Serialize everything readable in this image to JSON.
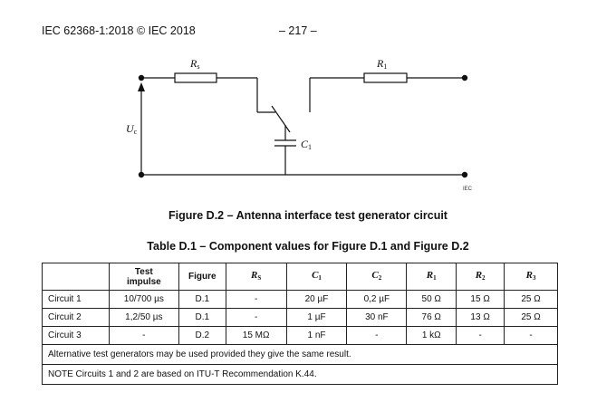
{
  "header": {
    "standard": "IEC 62368-1:2018 © IEC 2018",
    "page": "– 217 –"
  },
  "figure": {
    "caption": "Figure D.2 – Antenna interface test generator circuit",
    "labels": {
      "rs": "R",
      "rs_sub": "s",
      "r1": "R",
      "r1_sub": "1",
      "uc": "U",
      "uc_sub": "c",
      "c1": "C",
      "c1_sub": "1",
      "iec": "IEC"
    }
  },
  "table": {
    "caption": "Table D.1 – Component values for Figure D.1 and Figure D.2",
    "headers": {
      "blank": "",
      "test_impulse_1": "Test",
      "test_impulse_2": "impulse",
      "figure": "Figure",
      "rs": "R",
      "rs_sub": "S",
      "c1": "C",
      "c1_sub": "1",
      "c2": "C",
      "c2_sub": "2",
      "r1": "R",
      "r1_sub": "1",
      "r2": "R",
      "r2_sub": "2",
      "r3": "R",
      "r3_sub": "3"
    },
    "rows": [
      [
        "Circuit 1",
        "10/700 µs",
        "D.1",
        "-",
        "20 µF",
        "0,2 µF",
        "50 Ω",
        "15 Ω",
        "25 Ω"
      ],
      [
        "Circuit 2",
        "1,2/50 µs",
        "D.1",
        "-",
        "1 µF",
        "30 nF",
        "76 Ω",
        "13 Ω",
        "25 Ω"
      ],
      [
        "Circuit 3",
        "-",
        "D.2",
        "15 MΩ",
        "1 nF",
        "-",
        "1 kΩ",
        "-",
        "-"
      ]
    ],
    "notes": [
      "Alternative test generators may be used provided they give the same result.",
      "NOTE   Circuits 1 and 2 are based on ITU-T Recommendation K.44."
    ]
  }
}
